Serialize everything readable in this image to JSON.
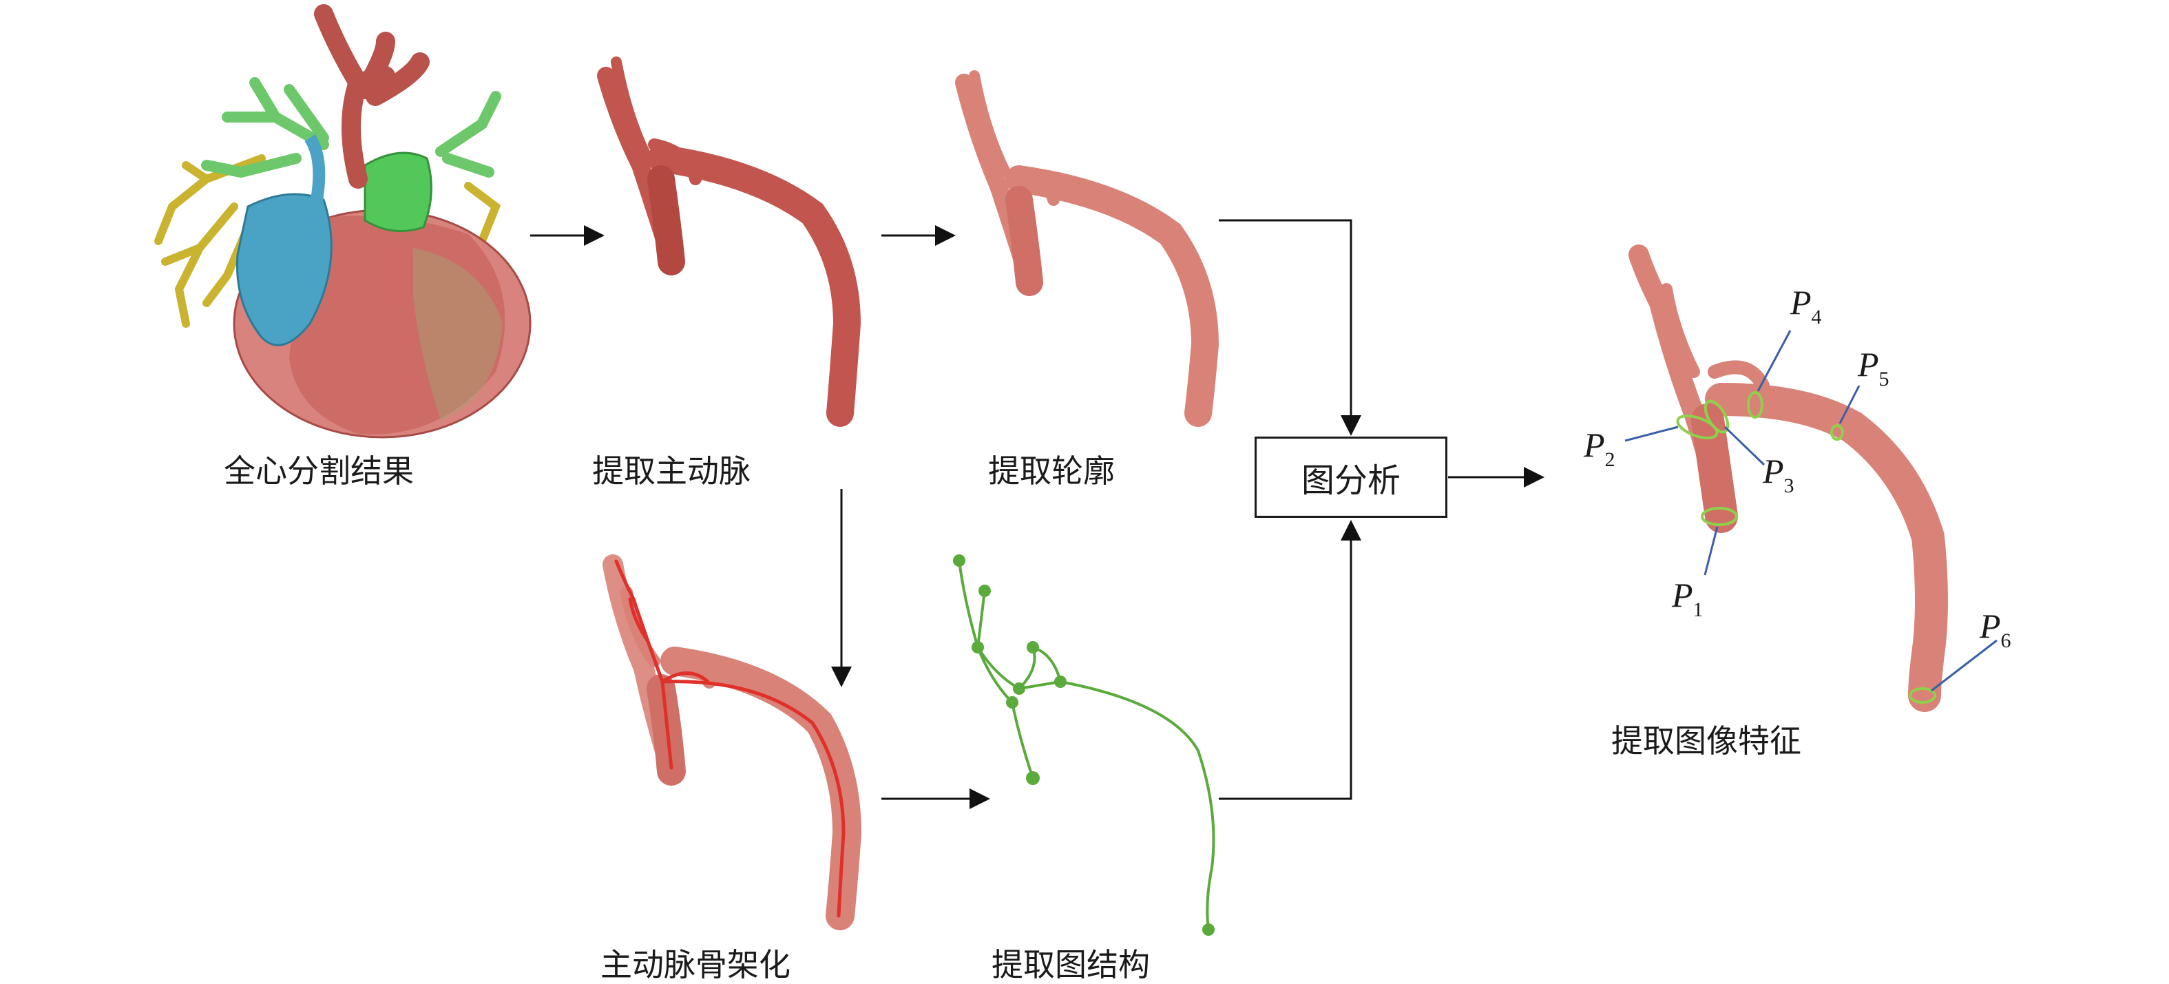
{
  "labels": {
    "heart": "全心分割结果",
    "aorta": "提取主动脉",
    "contour": "提取轮廓",
    "skeleton": "主动脉骨架化",
    "graph_struct": "提取图结构",
    "features": "提取图像特征"
  },
  "box": {
    "label": "图分析"
  },
  "points": [
    {
      "letter": "P",
      "sub": "1"
    },
    {
      "letter": "P",
      "sub": "2"
    },
    {
      "letter": "P",
      "sub": "3"
    },
    {
      "letter": "P",
      "sub": "4"
    },
    {
      "letter": "P",
      "sub": "5"
    },
    {
      "letter": "P",
      "sub": "6"
    }
  ],
  "colors": {
    "aorta": "#c2564e",
    "aorta_light": "#d98278",
    "skeleton_line": "#e0302a",
    "graph": "#5aaa3c",
    "heart_blue": "#4aa3c4",
    "heart_green": "#6cc86a",
    "heart_yellow": "#d2be38",
    "leader": "#3b5ea8",
    "ring": "#8fd04a",
    "arrow": "#111111"
  }
}
